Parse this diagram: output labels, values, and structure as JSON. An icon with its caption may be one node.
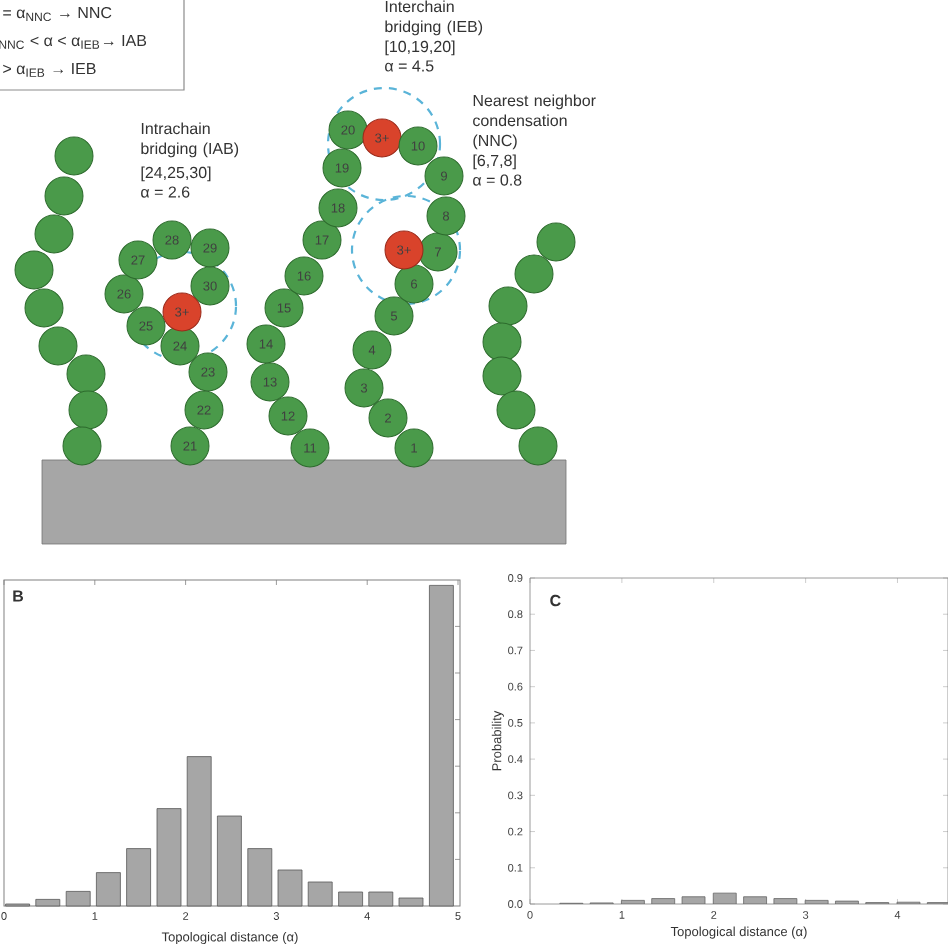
{
  "diagram": {
    "nodes": [
      {
        "text": [],
        "shape": "circle"
      },
      {
        "text": [],
        "shape": "circle"
      },
      {
        "text": [],
        "shape": "circle"
      },
      {
        "text": [],
        "shape": "circle"
      },
      {
        "text": [],
        "shape": "circle"
      },
      {
        "text": [],
        "shape": "circle"
      },
      {
        "text": [],
        "shape": "circle"
      },
      {
        "text": [],
        "shape": "circle"
      },
      {
        "text": [],
        "shape": "circle"
      },
      {
        "text": [
          "21"
        ]
      },
      {
        "text": [
          "22"
        ]
      },
      {
        "text": [
          "23"
        ]
      },
      {
        "text": [
          "24"
        ]
      },
      {
        "text": [
          "25"
        ]
      },
      {
        "text": [
          "26"
        ]
      },
      {
        "text": [
          "27"
        ]
      },
      {
        "text": [
          "28"
        ]
      },
      {
        "text": [
          "29"
        ]
      },
      {
        "text": [
          "30"
        ]
      },
      {
        "text": [
          "3+"
        ]
      },
      {
        "text": [
          "11"
        ]
      },
      {
        "text": [
          "12"
        ]
      },
      {
        "text": [
          "13"
        ]
      },
      {
        "text": [
          "14"
        ]
      },
      {
        "text": [
          "15"
        ]
      },
      {
        "text": [
          "16"
        ]
      },
      {
        "text": [
          "17"
        ]
      },
      {
        "text": [
          "18"
        ]
      },
      {
        "text": [
          "19"
        ]
      },
      {
        "text": [
          "20"
        ]
      },
      {
        "text": [
          "3+"
        ]
      },
      {
        "text": [
          "1"
        ]
      },
      {
        "text": [
          "2"
        ]
      },
      {
        "text": [
          "3"
        ]
      },
      {
        "text": [
          "4"
        ]
      },
      {
        "text": [
          "5"
        ]
      },
      {
        "text": [
          "6"
        ]
      },
      {
        "text": [
          "7"
        ]
      },
      {
        "text": [
          "8"
        ]
      },
      {
        "text": [
          "9"
        ]
      },
      {
        "text": [
          "10"
        ]
      },
      {
        "text": [
          "3+"
        ]
      },
      {
        "text": [],
        "shape": "circle"
      },
      {
        "text": [],
        "shape": "circle"
      },
      {
        "text": [],
        "shape": "circle"
      },
      {
        "text": [],
        "shape": "circle"
      },
      {
        "text": [],
        "shape": "circle"
      },
      {
        "text": [],
        "shape": "circle"
      },
      {
        "text": [],
        "shape": "circle"
      },
      {
        "text": [],
        "shape": "box"
      }
    ],
    "labels": [
      "= α$_{NNC}$ → NNC",
      "$_{NNC}$ < α < α$_{IEB}$→ IAB",
      "> α$_{IEB}$ → IEB",
      "Intrachain bridging (IAB)",
      "[24,25,30]",
      "α = 2.6",
      "Interchain bridging (IEB)",
      "[10,19,20]",
      "α = 4.5",
      "Nearest neighbor condensation (NNC)",
      "[6,7,8]",
      "α = 0.8",
      "B",
      "0",
      "1",
      "2",
      "3",
      "4",
      "5",
      "Topological distance (α)"
    ],
    "chart_data": {
      "type": "bar",
      "title": "C",
      "xlabel": "Topological distance (α)",
      "ylabel": "Probability",
      "x": [
        0.45,
        0.78,
        1.12,
        1.45,
        1.78,
        2.12,
        2.45,
        2.78,
        3.12,
        3.45,
        3.78,
        4.12,
        4.45
      ],
      "series": [
        {
          "color": "#a6a6a6",
          "values": [
            0.002,
            0.003,
            0.01,
            0.015,
            0.02,
            0.03,
            0.02,
            0.015,
            0.01,
            0.008,
            0.004,
            0.005,
            0.004
          ]
        }
      ],
      "xlim": [
        0,
        4.55
      ],
      "ylim": [
        0,
        0.9
      ],
      "xticks": [
        {
          "value": 0,
          "label": "0"
        },
        {
          "value": 1,
          "label": "1"
        },
        {
          "value": 2,
          "label": "2"
        },
        {
          "value": 3,
          "label": "3"
        },
        {
          "value": 4,
          "label": "4"
        }
      ],
      "yticks": [
        {
          "value": 0,
          "label": "0.0"
        },
        {
          "value": 0.1,
          "label": "0.1"
        },
        {
          "value": 0.2,
          "label": "0.2"
        },
        {
          "value": 0.3,
          "label": "0.3"
        },
        {
          "value": 0.4,
          "label": "0.4"
        },
        {
          "value": 0.5,
          "label": "0.5"
        },
        {
          "value": 0.6,
          "label": "0.6"
        },
        {
          "value": 0.7,
          "label": "0.7"
        },
        {
          "value": 0.8,
          "label": "0.8"
        },
        {
          "value": 0.9,
          "label": "0.9"
        }
      ]
    }
  }
}
